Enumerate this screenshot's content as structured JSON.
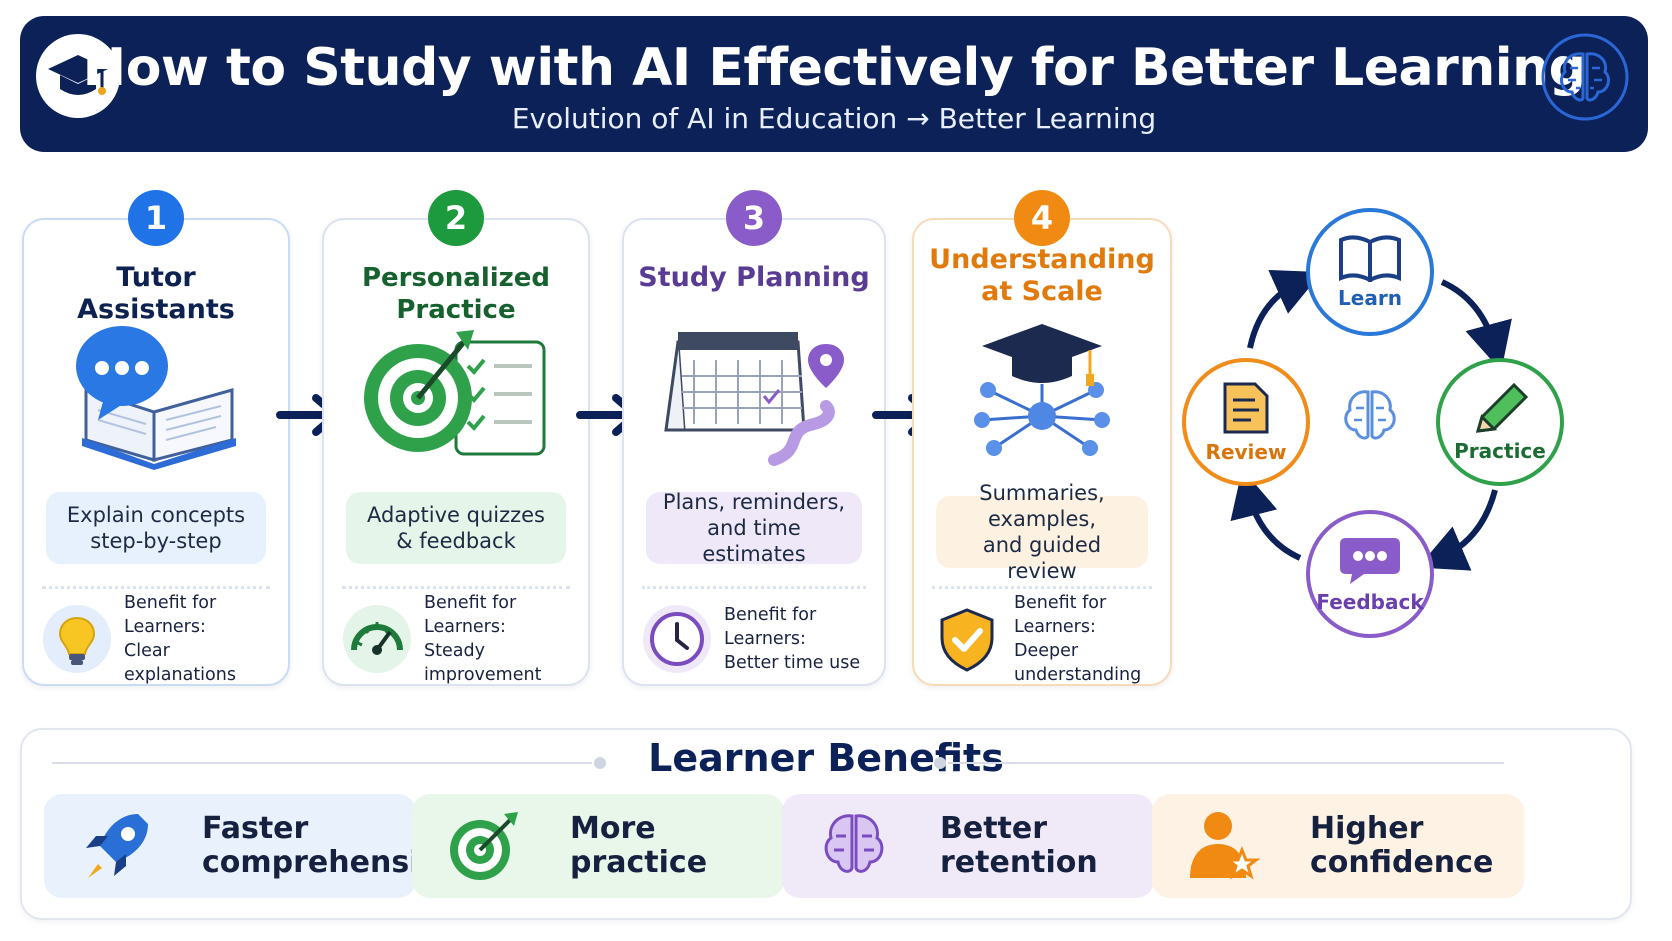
{
  "header": {
    "title": "How to Study with AI Effectively for Better Learning",
    "subtitle": "Evolution of AI in Education → Better Learning"
  },
  "steps": [
    {
      "number": "1",
      "title": "Tutor Assistants",
      "description_line1": "Explain concepts",
      "description_line2": "step-by-step",
      "benefit_label": "Benefit for Learners:",
      "benefit_value": "Clear explanations",
      "color": "#1f73e6",
      "tint": "#e7f0fd",
      "icons": [
        "chat-bubble-icon",
        "open-book-icon",
        "lightbulb-icon"
      ]
    },
    {
      "number": "2",
      "title": "Personalized Practice",
      "description_line1": "Adaptive quizzes",
      "description_line2": "& feedback",
      "benefit_label": "Benefit for Learners:",
      "benefit_value": "Steady improvement",
      "color": "#1e9a3e",
      "tint": "#e6f5ea",
      "icons": [
        "target-icon",
        "checklist-icon",
        "gauge-icon"
      ]
    },
    {
      "number": "3",
      "title": "Study Planning",
      "description_line1": "Plans, reminders,",
      "description_line2": "and time estimates",
      "benefit_label": "Benefit for Learners:",
      "benefit_value": "Better time use",
      "color": "#8a5cc9",
      "tint": "#efe8f9",
      "icons": [
        "calendar-icon",
        "location-pin-icon",
        "clock-icon"
      ]
    },
    {
      "number": "4",
      "title_line1": "Understanding",
      "title_line2": "at Scale",
      "description_line1": "Summaries, examples,",
      "description_line2": "and guided review",
      "benefit_label": "Benefit for Learners:",
      "benefit_value": "Deeper understanding",
      "color": "#f08a12",
      "tint": "#fdf1e2",
      "icons": [
        "graduation-cap-icon",
        "network-icon",
        "shield-check-icon"
      ]
    }
  ],
  "cycle": {
    "nodes": [
      {
        "label": "Learn",
        "color": "#2a78d8",
        "icon": "book-icon"
      },
      {
        "label": "Practice",
        "color": "#2ea14a",
        "icon": "pencil-icon"
      },
      {
        "label": "Feedback",
        "color": "#8a5cc9",
        "icon": "chat-icon"
      },
      {
        "label": "Review",
        "color": "#ef8c1a",
        "icon": "document-icon"
      }
    ],
    "center_icon": "brain-icon"
  },
  "benefits": {
    "title": "Learner Benefits",
    "items": [
      {
        "line1": "Faster",
        "line2": "comprehension",
        "icon": "rocket-icon",
        "tint": "#e9f1fc"
      },
      {
        "line1": "More",
        "line2": "practice",
        "icon": "target-icon",
        "tint": "#e9f6ea"
      },
      {
        "line1": "Better",
        "line2": "retention",
        "icon": "brain-icon",
        "tint": "#f0eaf8"
      },
      {
        "line1": "Higher",
        "line2": "confidence",
        "icon": "person-star-icon",
        "tint": "#fdf2e3"
      }
    ]
  }
}
